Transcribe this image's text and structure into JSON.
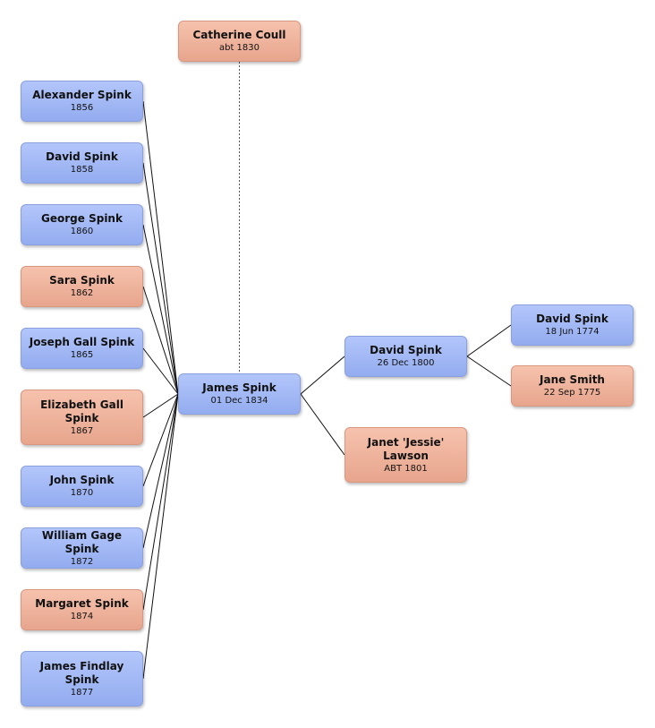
{
  "tree": {
    "spouse": {
      "name": "Catherine Coull",
      "date": "abt 1830"
    },
    "root": {
      "name": "James Spink",
      "date": "01 Dec 1834"
    },
    "father": {
      "name": "David Spink",
      "date": "26 Dec 1800"
    },
    "mother": {
      "name": "Janet 'Jessie' Lawson",
      "date": "ABT 1801"
    },
    "paternal_grandfather": {
      "name": "David Spink",
      "date": "18 Jun 1774"
    },
    "paternal_grandmother": {
      "name": "Jane Smith",
      "date": "22 Sep 1775"
    },
    "children": [
      {
        "name": "Alexander Spink",
        "date": "1856"
      },
      {
        "name": "David Spink",
        "date": "1858"
      },
      {
        "name": "George Spink",
        "date": "1860"
      },
      {
        "name": "Sara Spink",
        "date": "1862"
      },
      {
        "name": "Joseph Gall Spink",
        "date": "1865"
      },
      {
        "name": "Elizabeth Gall Spink",
        "date": "1867"
      },
      {
        "name": "John Spink",
        "date": "1870"
      },
      {
        "name": "William Gage Spink",
        "date": "1872"
      },
      {
        "name": "Margaret Spink",
        "date": "1874"
      },
      {
        "name": "James Findlay Spink",
        "date": "1877"
      }
    ]
  },
  "colors": {
    "male": "#9fb5f3",
    "female": "#eeb29b",
    "connector": "#111111",
    "spouse_connector": "#555555"
  }
}
